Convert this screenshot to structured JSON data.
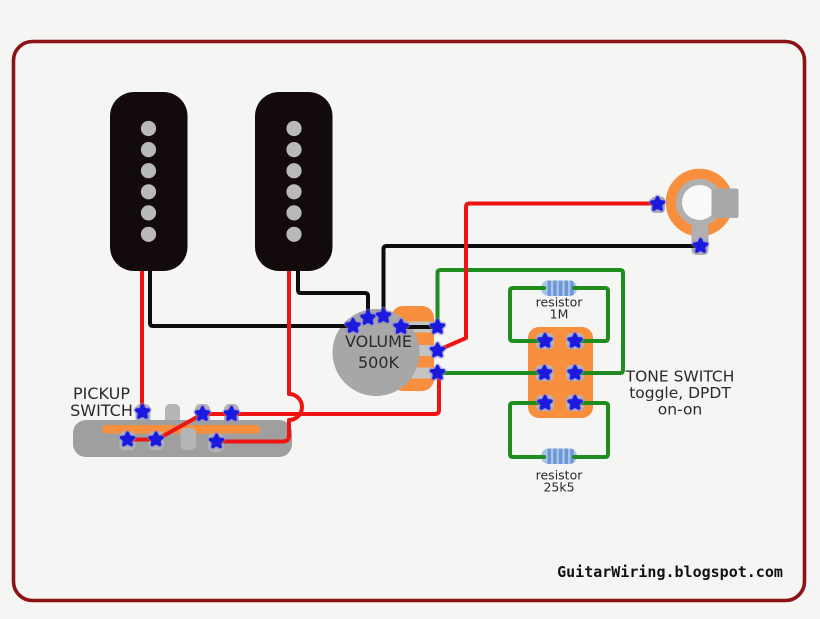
{
  "diagram": {
    "kind": "guitar wiring diagram",
    "watermark": "GuitarWiring.blogspot.com"
  },
  "labels": {
    "pickup_switch": {
      "line1": "PICKUP",
      "line2": "SWITCH"
    },
    "volume_pot": {
      "line1": "VOLUME",
      "line2": "500K"
    },
    "tone_switch": {
      "line1": "TONE SWITCH",
      "line2": "toggle, DPDT",
      "line3": "on-on"
    },
    "resistor_1m": {
      "line1": "resistor",
      "line2": "1M"
    },
    "resistor_25k5": {
      "line1": "resistor",
      "line2": "25k5"
    }
  },
  "colors": {
    "background": "#f5f5f3",
    "frame_border": "#8c1315",
    "wire_red": "#ee1414",
    "wire_black": "#0d0d0d",
    "wire_green": "#1f8c1f",
    "component_orange": "#f78f3f",
    "pot_gray": "#a7a7a7",
    "switch_gray": "#9f9f9f",
    "pad_gray": "#b7b7b7",
    "terminal_blue": "#1b1bdf",
    "pickup_black": "#130b0b",
    "pole_piece_gray": "#b9b9b9",
    "resistor_body_blue": "#a9c6ea",
    "resistor_stripe_blue": "#6d97d6",
    "text": "#2a2a2a"
  }
}
